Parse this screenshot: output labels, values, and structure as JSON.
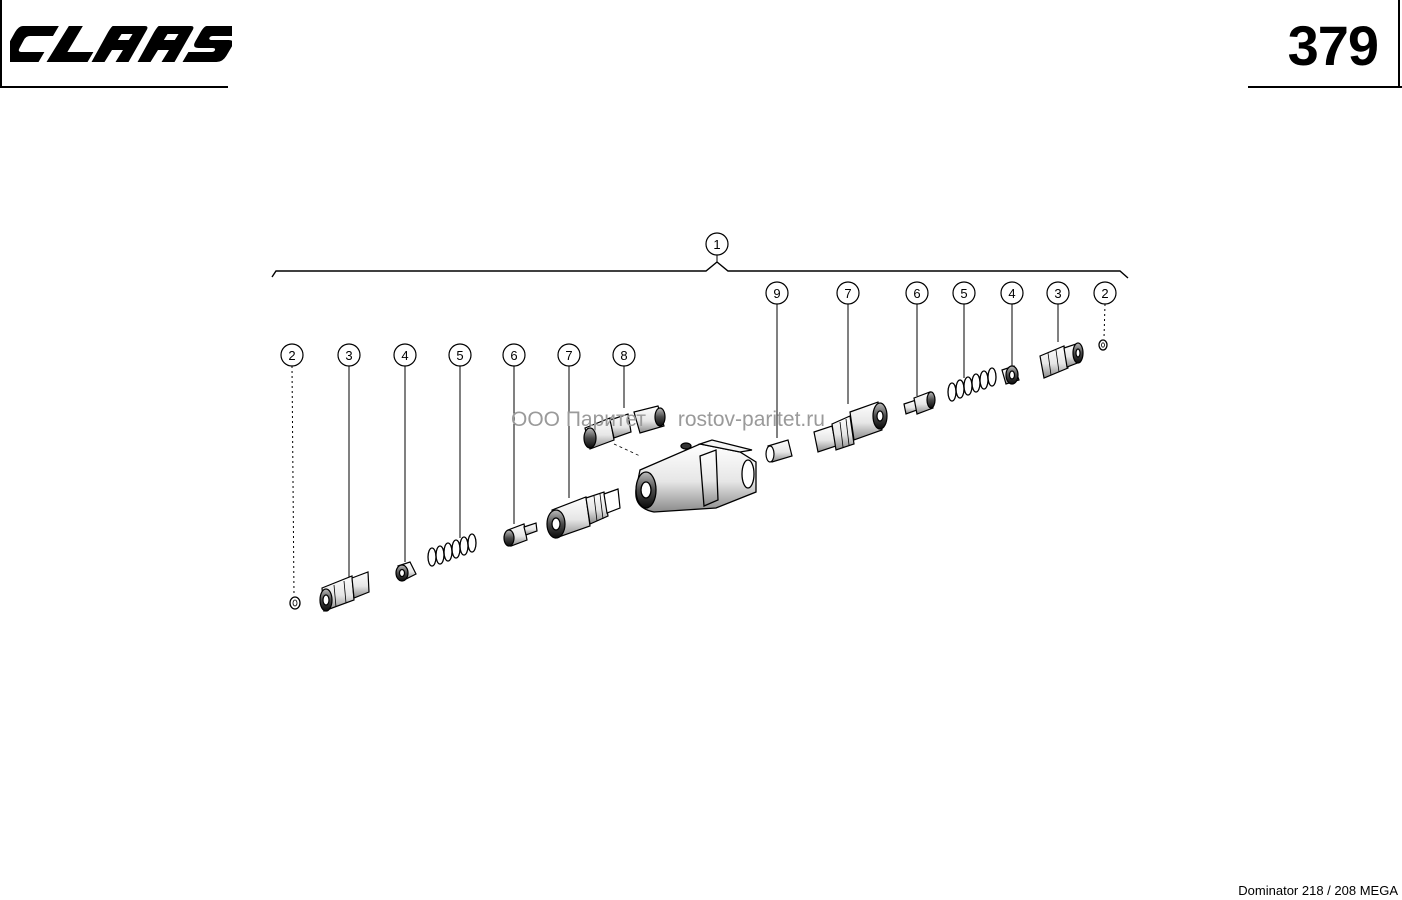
{
  "header": {
    "brand": "CLAAS",
    "page_number": "379"
  },
  "watermark": {
    "company": "ООО Паритет",
    "site": "rostov-paritet.ru"
  },
  "footer": {
    "model": "Dominator 218 / 208 MEGA"
  },
  "callouts": {
    "assembly": "1",
    "left": [
      "2",
      "3",
      "4",
      "5",
      "6",
      "7",
      "8"
    ],
    "right": [
      "9",
      "7",
      "6",
      "5",
      "4",
      "3",
      "2"
    ]
  }
}
